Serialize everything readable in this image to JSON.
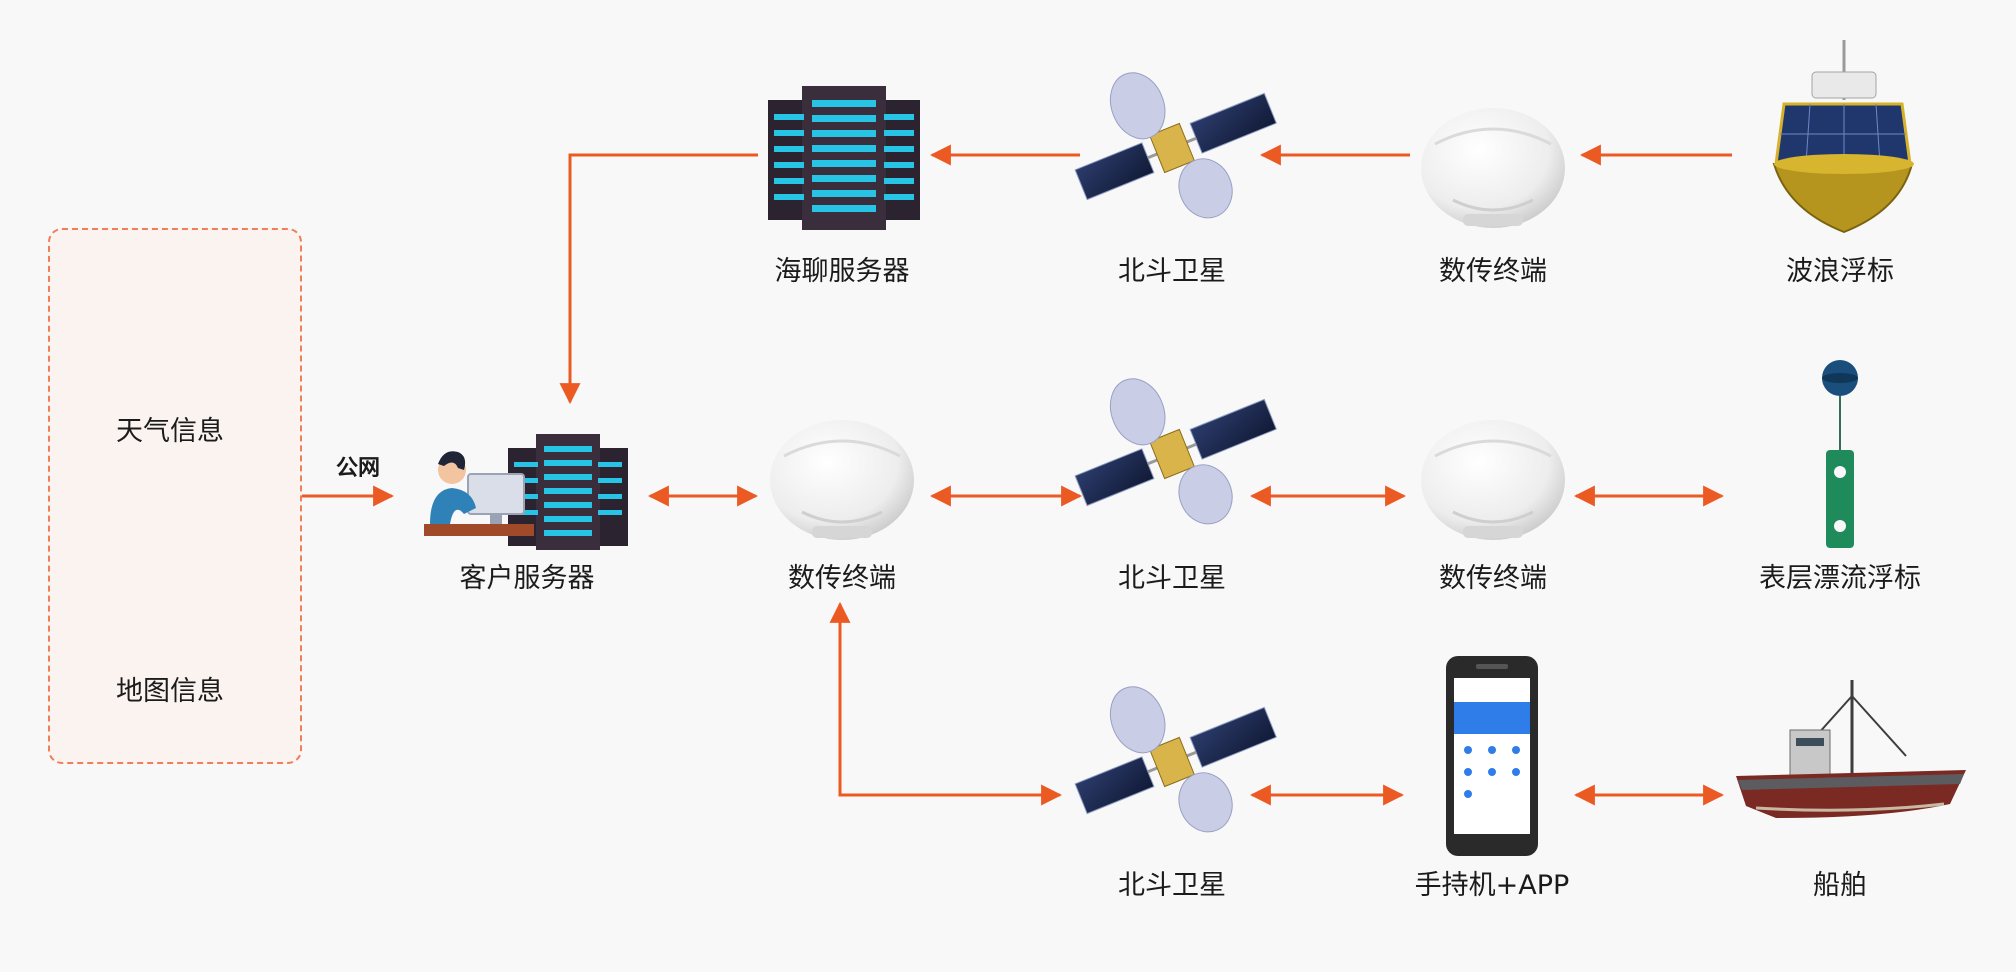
{
  "info_panel": {
    "weather_label": "天气信息",
    "map_label": "地图信息"
  },
  "edge_labels": {
    "public_network": "公网"
  },
  "nodes": {
    "hailiao_server": "海聊服务器",
    "beidou_satellite_top": "北斗卫星",
    "data_terminal_top": "数传终端",
    "wave_buoy": "波浪浮标",
    "customer_server": "客户服务器",
    "data_terminal_mid_left": "数传终端",
    "beidou_satellite_mid": "北斗卫星",
    "data_terminal_mid_right": "数传终端",
    "drift_buoy": "表层漂流浮标",
    "beidou_satellite_bottom": "北斗卫星",
    "handheld_app": "手持机+APP",
    "ship": "船舶"
  },
  "colors": {
    "arrow": "#ec5a24",
    "panel_border": "#ef7f5a",
    "panel_fill": "#fbf3f0",
    "background": "#f8f8f8"
  }
}
